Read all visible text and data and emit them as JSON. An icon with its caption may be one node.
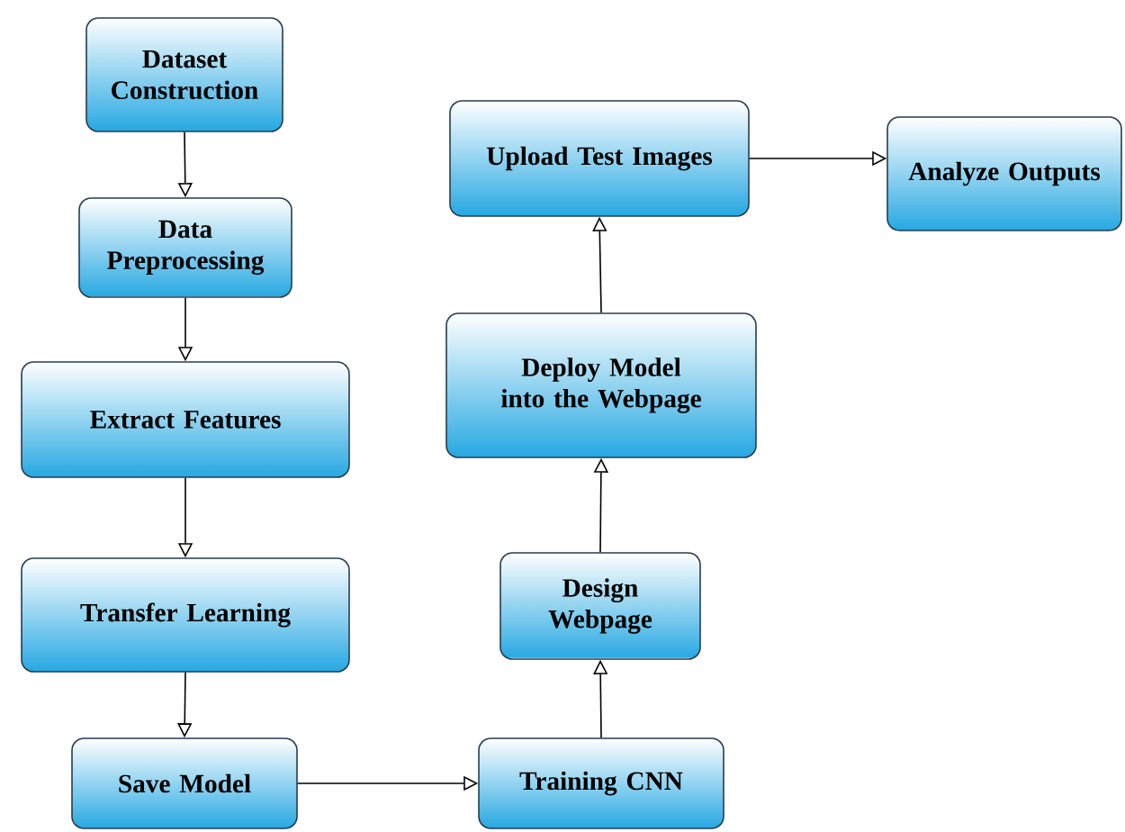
{
  "diagram": {
    "nodes": [
      {
        "text": [
          "Dataset Construction"
        ]
      },
      {
        "text": [
          "Data Preprocessing"
        ]
      },
      {
        "text": [
          "Extract Features"
        ]
      },
      {
        "text": [
          "Transfer Learning"
        ]
      },
      {
        "text": [
          "Save Model"
        ]
      },
      {
        "text": [
          "Training CNN"
        ]
      },
      {
        "text": [
          "Design Webpage"
        ]
      },
      {
        "text": [
          "Deploy Model into the Webpage"
        ]
      },
      {
        "text": [
          "Upload Test Images"
        ]
      },
      {
        "text": [
          "Analyze Outputs"
        ]
      }
    ],
    "edges": [
      {
        "from": 0,
        "to": 1,
        "arrow": "to"
      },
      {
        "from": 1,
        "to": 2,
        "arrow": "to"
      },
      {
        "from": 2,
        "to": 3,
        "arrow": "to"
      },
      {
        "from": 3,
        "to": 4,
        "arrow": "to"
      },
      {
        "from": 4,
        "to": 5,
        "arrow": "to"
      },
      {
        "from": 5,
        "to": 6,
        "arrow": "to"
      },
      {
        "from": 6,
        "to": 7,
        "arrow": "to"
      },
      {
        "from": 7,
        "to": 8,
        "arrow": "to"
      },
      {
        "from": 8,
        "to": 9,
        "arrow": "to"
      }
    ]
  }
}
